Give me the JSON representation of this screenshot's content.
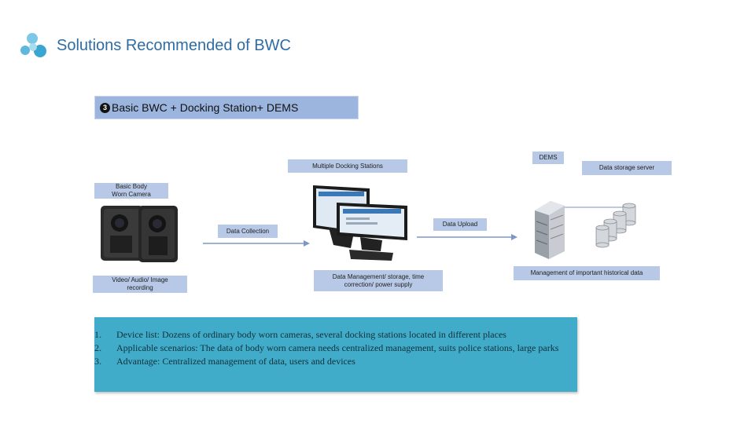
{
  "header": {
    "title": "Solutions Recommended of BWC"
  },
  "subtitle": {
    "number": "3",
    "text": "Basic BWC + Docking Station+ DEMS"
  },
  "labels": {
    "dems": "DEMS",
    "multiple_docking": "Multiple Docking Stations",
    "data_storage_server": "Data storage server",
    "basic_body_worn": "Basic Body Worn Camera",
    "data_upload": "Data Upload",
    "data_collection": "Data Collection",
    "video_audio": "Video/ Audio/ Image recording",
    "data_management": "Data Management/ storage, time correction/ power supply",
    "management_history": "Management of important historical data"
  },
  "info": {
    "items": [
      {
        "num": "1.",
        "text": "Device list:  Dozens of ordinary body worn cameras, several docking stations located in different places"
      },
      {
        "num": "2.",
        "text": "Applicable scenarios:  The data of body worn camera needs centralized management, suits police stations, large parks"
      },
      {
        "num": "3.",
        "text": "Advantage: Centralized management of data, users and devices"
      }
    ]
  },
  "colors": {
    "title": "#2e6ca4",
    "label_bg": "#b7c9e6",
    "subtitle_bg": "#9bb5df",
    "info_bg": "#40acc9",
    "arrow": "#7d96c8",
    "logo": "#5fb8dc"
  }
}
